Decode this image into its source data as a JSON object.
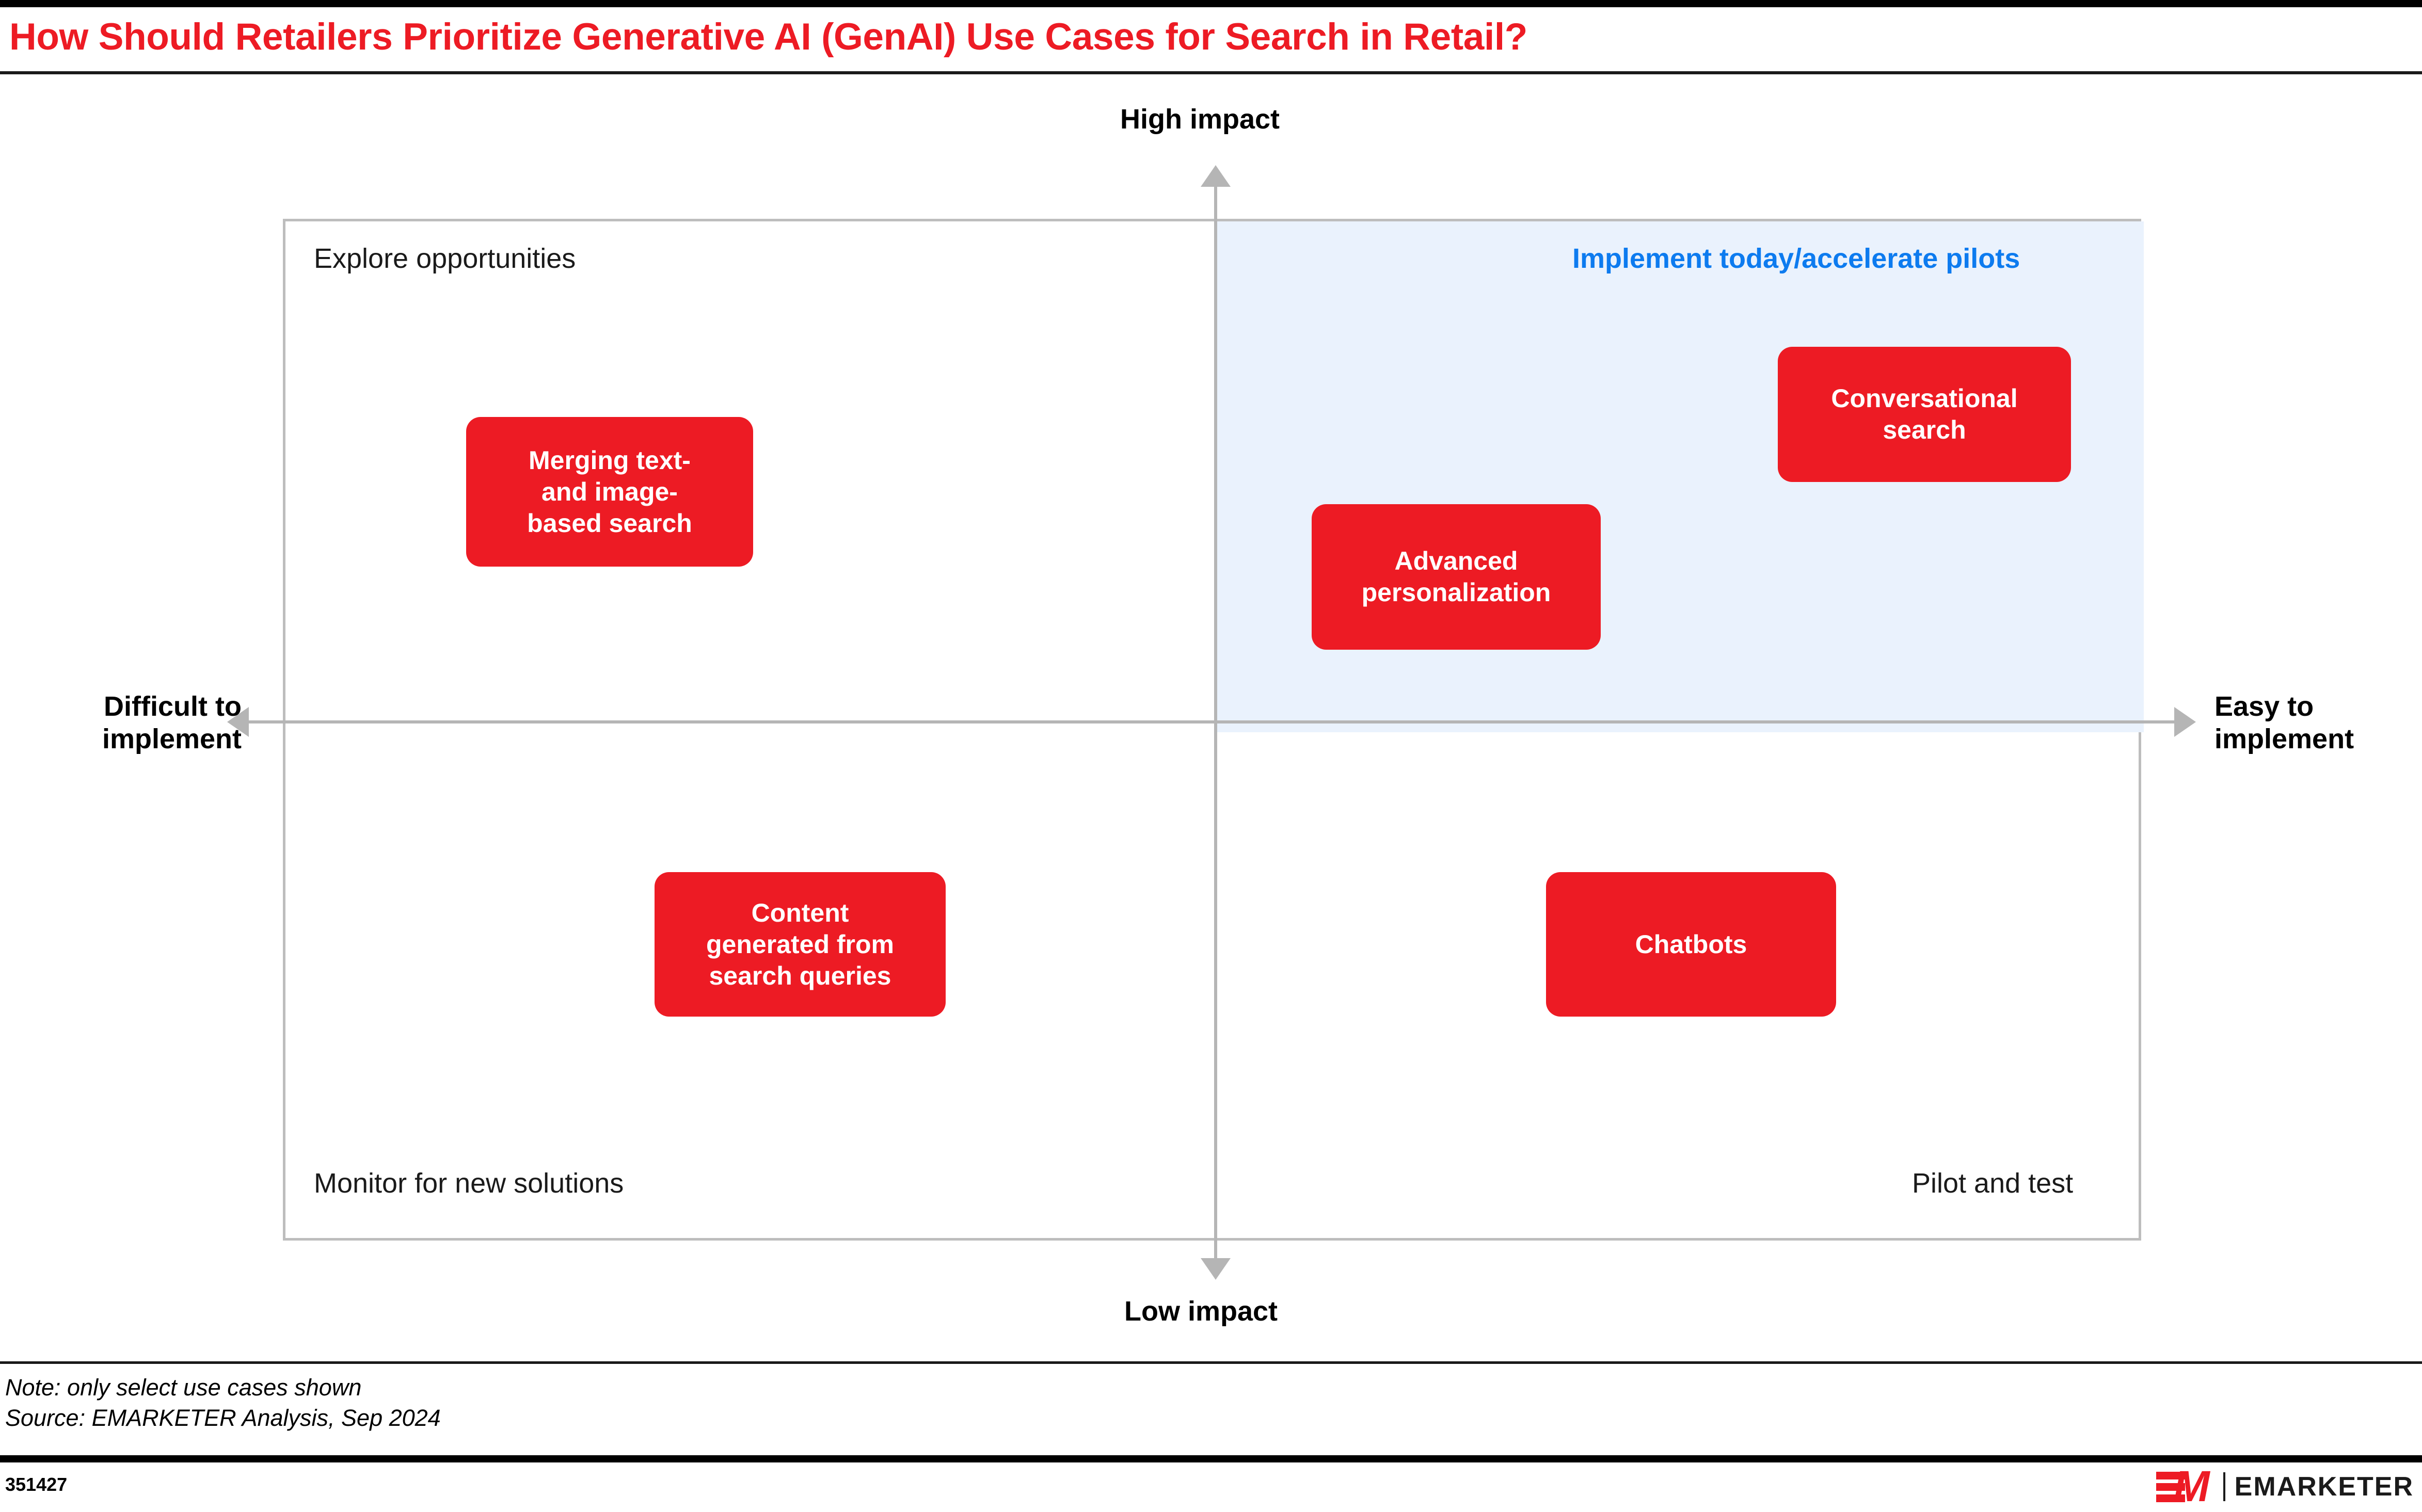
{
  "title": "How Should Retailers Prioritize Generative AI (GenAI) Use Cases for Search in Retail?",
  "axes": {
    "top_label": "High impact",
    "bottom_label": "Low impact",
    "left_label_line1": "Difficult to",
    "left_label_line2": "implement",
    "right_label_line1": "Easy to",
    "right_label_line2": "implement"
  },
  "quadrants": {
    "top_left": "Explore opportunities",
    "top_right": "Implement today/accelerate pilots",
    "bottom_left": "Monitor for new solutions",
    "bottom_right": "Pilot and test"
  },
  "cases": [
    {
      "label": "Merging text- and image- based search",
      "line1": "Merging text-",
      "line2": "and image-",
      "line3": "based search"
    },
    {
      "label": "Conversational search",
      "line1": "Conversational",
      "line2": "search",
      "line3": ""
    },
    {
      "label": "Advanced personalization",
      "line1": "Advanced",
      "line2": "personalization",
      "line3": ""
    },
    {
      "label": "Content generated from search queries",
      "line1": "Content",
      "line2": "generated from",
      "line3": "search queries"
    },
    {
      "label": "Chatbots",
      "line1": "Chatbots",
      "line2": "",
      "line3": ""
    }
  ],
  "footer": {
    "note": "Note: only select use cases shown",
    "source": "Source: EMARKETER Analysis, Sep 2024",
    "chart_id": "351427",
    "logo_word": "EMARKETER",
    "logo_mark_letter": "M"
  },
  "colors": {
    "brand_red": "#ED1B24",
    "accent_blue": "#0D7BEF",
    "highlight_fill": "#EAF2FD",
    "frame_gray": "#bdbdbd",
    "axis_gray": "#b5b5b5"
  },
  "chart_data": {
    "type": "scatter",
    "title": "How Should Retailers Prioritize Generative AI (GenAI) Use Cases for Search in Retail?",
    "xlabel": "Ease of implementation (Difficult to implement → Easy to implement)",
    "ylabel": "Impact (Low impact → High impact)",
    "xlim": [
      0,
      100
    ],
    "ylim": [
      0,
      100
    ],
    "grid": false,
    "legend": "none",
    "quadrant_labels": {
      "upper_left": "Explore opportunities",
      "upper_right": "Implement today/accelerate pilots",
      "lower_left": "Monitor for new solutions",
      "lower_right": "Pilot and test"
    },
    "highlighted_quadrant": "upper_right",
    "points": [
      {
        "label": "Merging text- and image-based search",
        "x": 26,
        "y": 73,
        "quadrant": "upper_left"
      },
      {
        "label": "Conversational search",
        "x": 85,
        "y": 81,
        "quadrant": "upper_right"
      },
      {
        "label": "Advanced personalization",
        "x": 59,
        "y": 66,
        "quadrant": "upper_right"
      },
      {
        "label": "Content generated from search queries",
        "x": 35,
        "y": 29,
        "quadrant": "lower_left"
      },
      {
        "label": "Chatbots",
        "x": 70,
        "y": 29,
        "quadrant": "lower_right"
      }
    ],
    "annotations": [
      "Note: only select use cases shown",
      "Source: EMARKETER Analysis, Sep 2024"
    ]
  }
}
